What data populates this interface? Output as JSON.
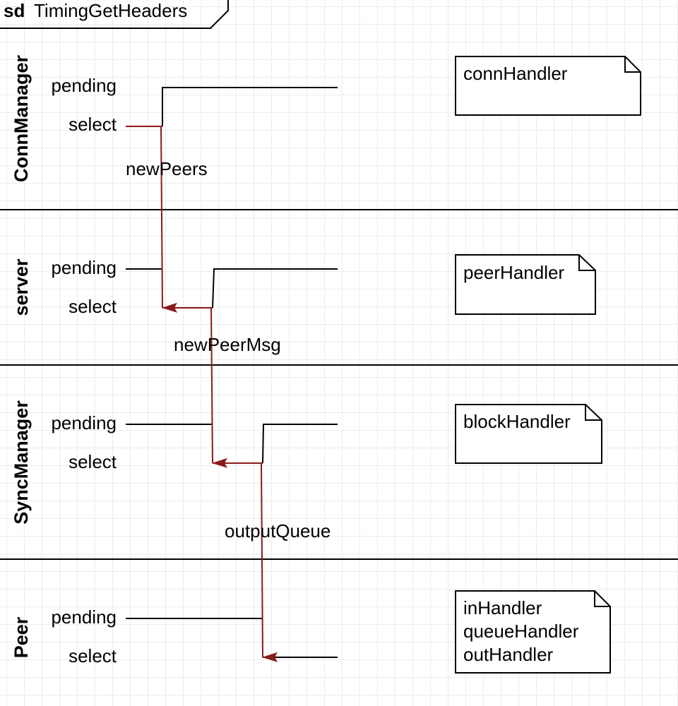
{
  "frame": {
    "keyword": "sd",
    "name": "TimingGetHeaders"
  },
  "colors": {
    "message": "#8b1a1a",
    "line": "#000000",
    "grid": "#ececec"
  },
  "lanes": [
    {
      "name": "ConnManager",
      "states": [
        "pending",
        "select"
      ],
      "note": [
        "connHandler"
      ]
    },
    {
      "name": "server",
      "states": [
        "pending",
        "select"
      ],
      "note": [
        "peerHandler"
      ]
    },
    {
      "name": "SyncManager",
      "states": [
        "pending",
        "select"
      ],
      "note": [
        "blockHandler"
      ]
    },
    {
      "name": "Peer",
      "states": [
        "pending",
        "select"
      ],
      "note": [
        "inHandler",
        "queueHandler",
        "outHandler"
      ]
    }
  ],
  "messages": [
    {
      "label": "newPeers",
      "from": "ConnManager",
      "to": "server"
    },
    {
      "label": "newPeerMsg",
      "from": "server",
      "to": "SyncManager"
    },
    {
      "label": "outputQueue",
      "from": "SyncManager",
      "to": "Peer"
    }
  ]
}
